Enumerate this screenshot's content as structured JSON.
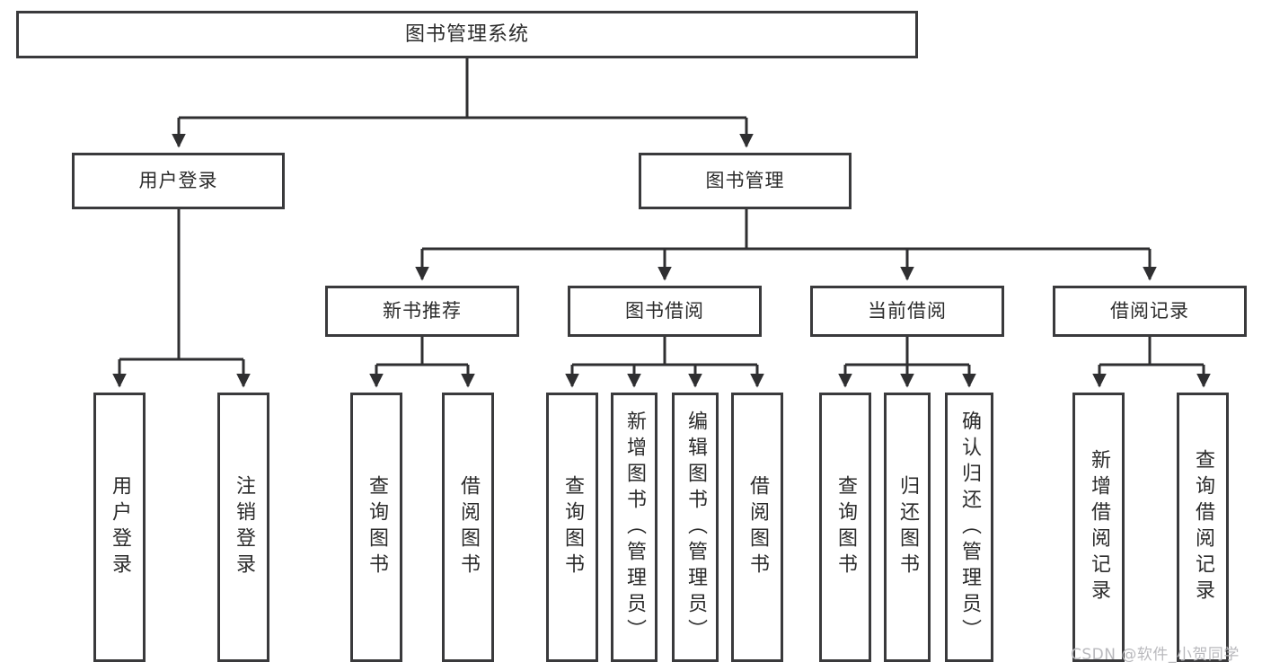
{
  "diagram": {
    "title": "图书管理系统",
    "type": "tree-hierarchy",
    "watermark": "CSDN @软件_小贺同学",
    "colors": {
      "box_border": "#3a3a3c",
      "box_fill": "#ffffff",
      "connector": "#2f2f31",
      "text": "#2b2b2b",
      "watermark": "#b9b9bd"
    },
    "levels": {
      "root": {
        "label": "图书管理系统"
      },
      "level2": [
        {
          "id": "user-login",
          "label": "用户登录"
        },
        {
          "id": "book-manage",
          "label": "图书管理"
        }
      ],
      "level3": [
        {
          "id": "new-book-recommend",
          "label": "新书推荐",
          "parent": "book-manage"
        },
        {
          "id": "book-borrow",
          "label": "图书借阅",
          "parent": "book-manage"
        },
        {
          "id": "current-borrow",
          "label": "当前借阅",
          "parent": "book-manage"
        },
        {
          "id": "borrow-record",
          "label": "借阅记录",
          "parent": "book-manage"
        }
      ],
      "leaves": [
        {
          "id": "leaf-user-login",
          "label": "用户登录",
          "parent": "user-login"
        },
        {
          "id": "leaf-logout",
          "label": "注销登录",
          "parent": "user-login"
        },
        {
          "id": "leaf-query-book-1",
          "label": "查询图书",
          "parent": "new-book-recommend"
        },
        {
          "id": "leaf-borrow-book-1",
          "label": "借阅图书",
          "parent": "new-book-recommend"
        },
        {
          "id": "leaf-query-book-2",
          "label": "查询图书",
          "parent": "book-borrow"
        },
        {
          "id": "leaf-add-book",
          "label": "新增图书（管理员）",
          "parent": "book-borrow"
        },
        {
          "id": "leaf-edit-book",
          "label": "编辑图书（管理员）",
          "parent": "book-borrow"
        },
        {
          "id": "leaf-borrow-book-2",
          "label": "借阅图书",
          "parent": "book-borrow"
        },
        {
          "id": "leaf-query-book-3",
          "label": "查询图书",
          "parent": "current-borrow"
        },
        {
          "id": "leaf-return-book",
          "label": "归还图书",
          "parent": "current-borrow"
        },
        {
          "id": "leaf-confirm-return",
          "label": "确认归还（管理员）",
          "parent": "current-borrow"
        },
        {
          "id": "leaf-add-record",
          "label": "新增借阅记录",
          "parent": "borrow-record"
        },
        {
          "id": "leaf-query-record",
          "label": "查询借阅记录",
          "parent": "borrow-record"
        }
      ]
    }
  }
}
